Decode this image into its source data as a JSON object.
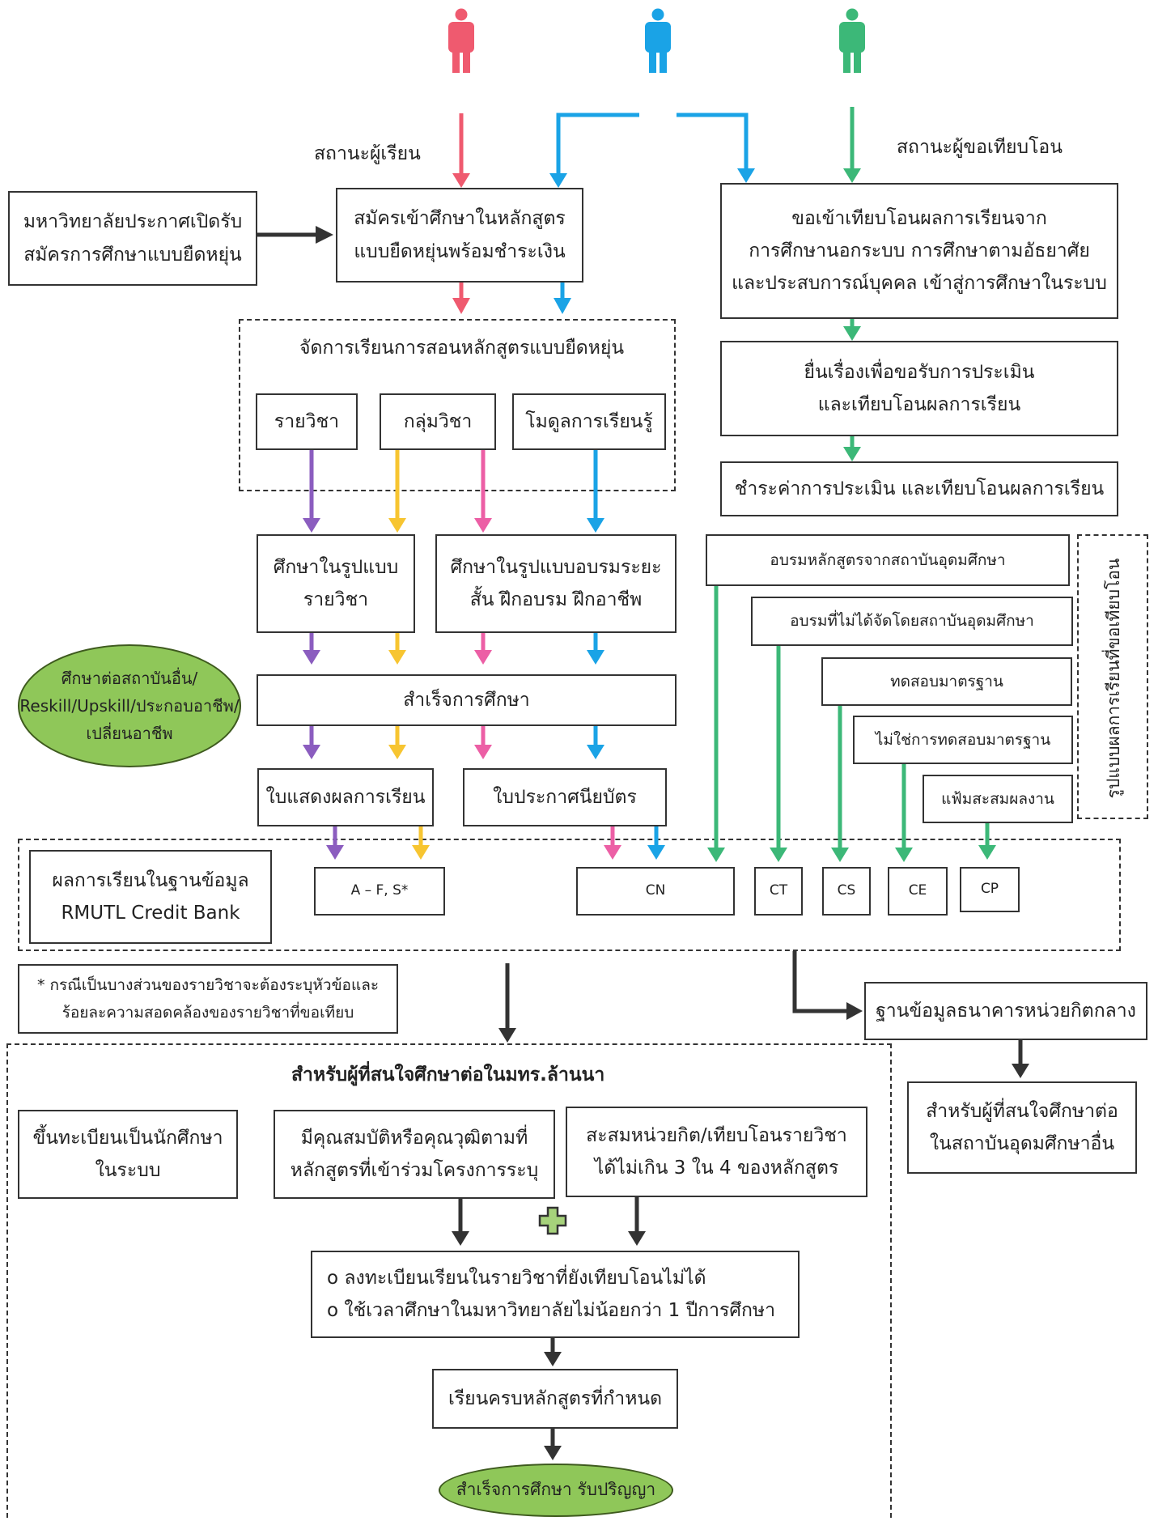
{
  "labels": {
    "student_status": "สถานะผู้เรียน",
    "transfer_status": "สถานะผู้ขอเทียบโอน"
  },
  "boxes": {
    "university_announce": [
      "มหาวิทยาลัยประกาศเปิดรับ",
      "สมัครการศึกษาแบบยืดหยุ่น"
    ],
    "apply_flexible": [
      "สมัครเข้าศึกษาในหลักสูตร",
      "แบบยืดหยุ่นพร้อมชำระเงิน"
    ],
    "request_transfer": [
      "ขอเข้าเทียบโอนผลการเรียนจาก",
      "การศึกษานอกระบบ การศึกษาตามอัธยาศัย",
      "และประสบการณ์บุคคล เข้าสู่การศึกษาในระบบ"
    ],
    "submit_assessment": [
      "ยื่นเรื่องเพื่อขอรับการประเมิน",
      "และเทียบโอนผลการเรียน"
    ],
    "pay_assessment": "ชำระค่าการประเมิน และเทียบโอนผลการเรียน",
    "manage_teaching": "จัดการเรียนการสอนหลักสูตรแบบยืดหยุ่น",
    "course": "รายวิชา",
    "course_group": "กลุ่มวิชา",
    "module": "โมดูลการเรียนรู้",
    "study_course": [
      "ศึกษาในรูปแบบ",
      "รายวิชา"
    ],
    "study_short": [
      "ศึกษาในรูปแบบอบรมระยะ",
      "สั้น ฝึกอบรม ฝึกอาชีพ"
    ],
    "graduate": "สำเร็จการศึกษา",
    "transcript": "ใบแสดงผลการเรียน",
    "certificate": "ใบประกาศนียบัตร",
    "training_hei": "อบรมหลักสูตรจากสถาบันอุดมศึกษา",
    "training_non_hei": "อบรมที่ไม่ได้จัดโดยสถาบันอุดมศึกษา",
    "standard_test": "ทดสอบมาตรฐาน",
    "non_standard_test": "ไม่ใช่การทดสอบมาตรฐาน",
    "portfolio": "แฟ้มสะสมผลงาน",
    "transfer_forms": "รูปแบบผลการเรียนที่ขอเทียบโอน",
    "credit_bank": [
      "ผลการเรียนในฐานข้อมูล",
      "RMUTL Credit Bank"
    ],
    "grade_af": "A – F, S*",
    "cn": "CN",
    "ct": "CT",
    "cs": "CS",
    "ce": "CE",
    "cp": "CP",
    "note": [
      "* กรณีเป็นบางส่วนของรายวิชาจะต้องระบุหัวข้อและ",
      "ร้อยละความสอดคล้องของรายวิชาที่ขอเทียบ"
    ],
    "central_bank": "ฐานข้อมูลธนาคารหน่วยกิตกลาง",
    "other_hei": [
      "สำหรับผู้ที่สนใจศึกษาต่อ",
      "ในสถาบันอุดมศึกษาอื่น"
    ],
    "rmutl_title": "สำหรับผู้ที่สนใจศึกษาต่อในมทร.ล้านนา",
    "register_student": [
      "ขึ้นทะเบียนเป็นนักศึกษา",
      "ในระบบ"
    ],
    "qualified": [
      "มีคุณสมบัติหรือคุณวุฒิตามที่",
      "หลักสูตรที่เข้าร่วมโครงการระบุ"
    ],
    "accumulate": [
      "สะสมหน่วยกิต/เทียบโอนรายวิชา",
      "ได้ไม่เกิน 3 ใน 4 ของหลักสูตร"
    ],
    "requirements": [
      "o ลงทะเบียนเรียนในรายวิชาที่ยังเทียบโอนไม่ได้",
      "o ใช้เวลาศึกษาในมหาวิทยาลัยไม่น้อยกว่า 1 ปีการศึกษา"
    ],
    "complete_program": "เรียนครบหลักสูตรที่กำหนด",
    "degree": "สำเร็จการศึกษา รับปริญญา",
    "further_study": [
      "ศึกษาต่อสถาบันอื่น/",
      "Reskill/Upskill/ประกอบอาชีพ/",
      "เปลี่ยนอาชีพ"
    ]
  },
  "colors": {
    "red": "#ef5a6f",
    "blue": "#1aa3e6",
    "green": "#3cb878",
    "purple": "#8b5dbf",
    "yellow": "#f7c531",
    "pink": "#ec5fa5",
    "dark": "#333333",
    "ellipse_green": "#8fc759"
  },
  "icons": [
    "person-red-icon",
    "person-blue-icon",
    "person-green-icon",
    "plus-icon"
  ]
}
